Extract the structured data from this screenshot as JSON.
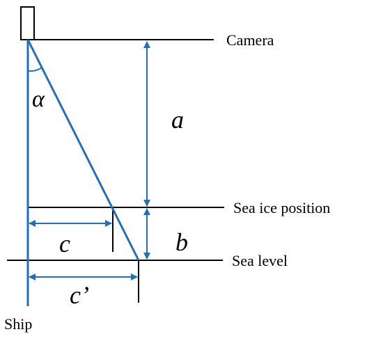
{
  "labels": {
    "camera": "Camera",
    "sea_ice_position": "Sea ice position",
    "sea_level": "Sea level",
    "ship": "Ship"
  },
  "symbols": {
    "alpha": "α",
    "a": "a",
    "b": "b",
    "c": "c",
    "c_prime": "c’"
  },
  "colors": {
    "blue": "#1f6fbf",
    "black": "#000000"
  }
}
